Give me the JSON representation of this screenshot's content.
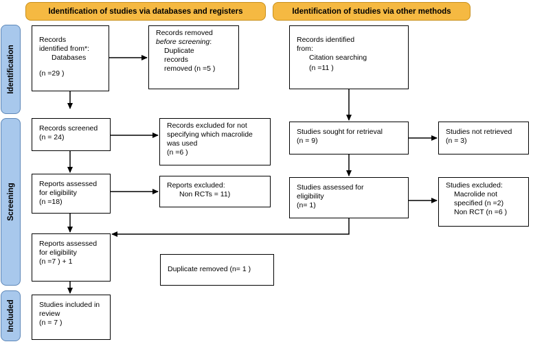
{
  "headers": {
    "databases": "Identification of studies via databases and registers",
    "other": "Identification of studies via other methods"
  },
  "stages": {
    "identification": "Identification",
    "screening": "Screening",
    "included": "Included"
  },
  "boxes": {
    "records_identified": [
      "Records",
      "identified from*:",
      "Databases",
      "(n =29 )"
    ],
    "records_removed": {
      "line1": "Records removed",
      "line2": "before screening",
      "line2_suffix": ":",
      "lines": [
        "Duplicate",
        "records",
        "removed  (n =5 )"
      ]
    },
    "other_identified": [
      "Records identified",
      "from:",
      "Citation searching",
      "(n =11 )"
    ],
    "records_screened": [
      "Records screened",
      "(n = 24)"
    ],
    "records_excluded": [
      "Records excluded for not",
      "specifying which macrolide",
      "was used",
      "(n =6 )"
    ],
    "sought_retrieval": [
      "Studies sought for retrieval",
      "(n = 9)"
    ],
    "not_retrieved": [
      "Studies not retrieved",
      "(n = 3)"
    ],
    "reports_assessed_1": [
      "Reports assessed",
      "for eligibility",
      "(n =18)"
    ],
    "reports_excluded": [
      "Reports excluded:",
      "Non RCTs = 11)"
    ],
    "studies_assessed": [
      "Studies assessed for",
      "eligibility",
      "(n= 1)"
    ],
    "studies_excluded": [
      "Studies excluded:",
      "Macrolide not",
      "specified (n =2)",
      "Non RCT (n =6 )"
    ],
    "reports_assessed_2": [
      "Reports assessed",
      "for eligibility",
      "(n =7 ) + 1"
    ],
    "duplicate_removed": [
      "Duplicate removed (n= 1 )"
    ],
    "included": [
      "Studies included in",
      "review",
      "(n = 7 )"
    ]
  }
}
